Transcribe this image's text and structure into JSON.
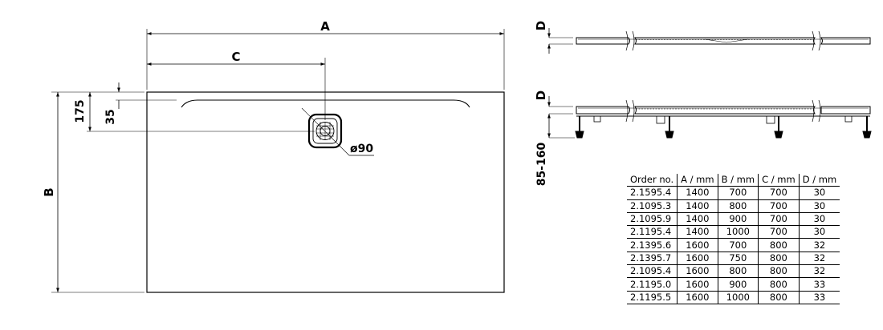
{
  "labels": {
    "dim_a": "A",
    "dim_b": "B",
    "dim_c": "C",
    "dim_d_top": "D",
    "dim_d_bottom": "D",
    "dim_175": "175",
    "dim_35": "35",
    "drain_diameter": "ø90",
    "foot_height": "85-160"
  },
  "table": {
    "headers": [
      "Order no.",
      "A / mm",
      "B / mm",
      "C / mm",
      "D / mm"
    ],
    "rows": [
      [
        "2.1595.4",
        "1400",
        "700",
        "700",
        "30"
      ],
      [
        "2.1095.3",
        "1400",
        "800",
        "700",
        "30"
      ],
      [
        "2.1095.9",
        "1400",
        "900",
        "700",
        "30"
      ],
      [
        "2.1195.4",
        "1400",
        "1000",
        "700",
        "30"
      ],
      [
        "2.1395.6",
        "1600",
        "700",
        "800",
        "32"
      ],
      [
        "2.1395.7",
        "1600",
        "750",
        "800",
        "32"
      ],
      [
        "2.1095.4",
        "1600",
        "800",
        "800",
        "32"
      ],
      [
        "2.1195.0",
        "1600",
        "900",
        "800",
        "33"
      ],
      [
        "2.1195.5",
        "1600",
        "1000",
        "800",
        "33"
      ]
    ]
  }
}
